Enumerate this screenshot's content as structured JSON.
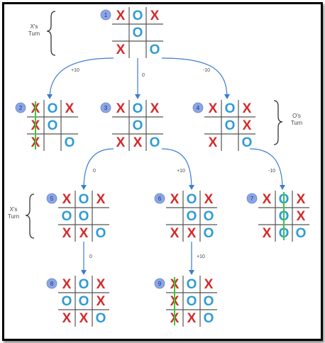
{
  "colors": {
    "x_mark": "#d42a2a",
    "o_mark": "#2e9bd6",
    "grid": "#555555",
    "edge": "#3a7ccf",
    "badge_fill": "#8aa6e6",
    "badge_text": "#1f2f66",
    "win_line": "#33cc33",
    "text": "#444444"
  },
  "turn_labels": [
    {
      "id": "x-turn-top",
      "text": "X's Turn"
    },
    {
      "id": "o-turn",
      "text": "O's Turn"
    },
    {
      "id": "x-turn-lower",
      "text": "X's Turn"
    }
  ],
  "nodes": [
    {
      "id": 1,
      "board": [
        "X",
        "O",
        "X",
        "",
        "O",
        "",
        "X",
        "",
        "O"
      ],
      "win": null
    },
    {
      "id": 2,
      "board": [
        "X",
        "O",
        "X",
        "X",
        "O",
        "",
        "X",
        "",
        "O"
      ],
      "win": "col0"
    },
    {
      "id": 3,
      "board": [
        "X",
        "O",
        "X",
        "",
        "O",
        "",
        "X",
        "X",
        "O"
      ],
      "win": null
    },
    {
      "id": 4,
      "board": [
        "X",
        "O",
        "X",
        "",
        "O",
        "X",
        "X",
        "",
        "O"
      ],
      "win": null
    },
    {
      "id": 5,
      "board": [
        "X",
        "O",
        "X",
        "O",
        "O",
        "",
        "X",
        "X",
        "O"
      ],
      "win": null
    },
    {
      "id": 6,
      "board": [
        "X",
        "O",
        "X",
        "",
        "O",
        "O",
        "X",
        "X",
        "O"
      ],
      "win": null
    },
    {
      "id": 7,
      "board": [
        "X",
        "O",
        "X",
        "",
        "O",
        "X",
        "X",
        "O",
        "O"
      ],
      "win": "col1"
    },
    {
      "id": 8,
      "board": [
        "X",
        "O",
        "X",
        "O",
        "O",
        "X",
        "X",
        "X",
        "O"
      ],
      "win": null
    },
    {
      "id": 9,
      "board": [
        "X",
        "O",
        "X",
        "X",
        "O",
        "O",
        "X",
        "X",
        "O"
      ],
      "win": "col0"
    }
  ],
  "edges": [
    {
      "from": 1,
      "to": 2,
      "label": "+10"
    },
    {
      "from": 1,
      "to": 3,
      "label": "0"
    },
    {
      "from": 1,
      "to": 4,
      "label": "-10"
    },
    {
      "from": 3,
      "to": 5,
      "label": "0"
    },
    {
      "from": 3,
      "to": 6,
      "label": "+10"
    },
    {
      "from": 4,
      "to": 7,
      "label": "-10"
    },
    {
      "from": 5,
      "to": 8,
      "label": "0"
    },
    {
      "from": 6,
      "to": 9,
      "label": "+10"
    }
  ]
}
